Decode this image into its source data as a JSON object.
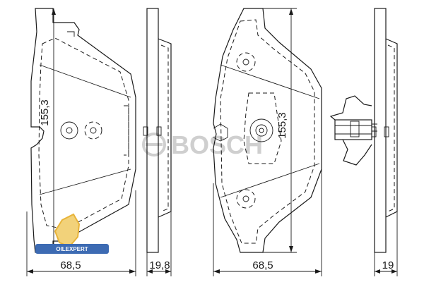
{
  "dimensions": {
    "left_pad_height": "155,3",
    "left_pad_width": "68,5",
    "left_pad_thickness": "19,8",
    "right_pad_height": "155,3",
    "right_pad_width": "68,5",
    "right_pad_thickness": "19"
  },
  "watermark": {
    "brand": "BOSCH",
    "badge": "OILEXPERT"
  },
  "colors": {
    "line": "#1a1a1a",
    "watermark": "#cfcfcf",
    "badge": "#e8b43a"
  }
}
